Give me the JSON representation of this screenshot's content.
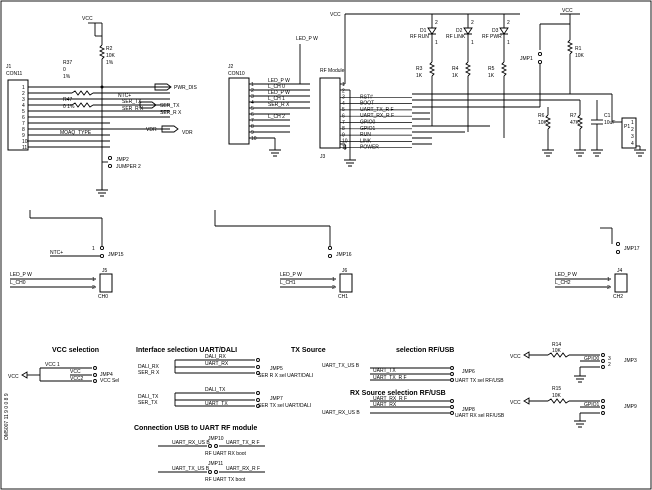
{
  "power": {
    "vcc": "VCC"
  },
  "j1": {
    "ref": "J1",
    "name": "CON11",
    "pins": [
      "1",
      "2",
      "3",
      "4",
      "5",
      "6",
      "7",
      "8",
      "9",
      "10",
      "11"
    ],
    "pin10_label": "MOAQ_TYPE",
    "r37_ref": "R37",
    "r37_val": "0",
    "r37_tol": "1%",
    "r47_ref": "R47",
    "r47_val": "0 1%",
    "r2_ref": "R2",
    "r2_val": "10K",
    "r2_tol": "1%",
    "jmp2_ref": "JMP2",
    "jmp2_name": "JUMPER 2"
  },
  "nets": {
    "ntc": "NTC+",
    "pwr_dis": "PWR_DIS",
    "ser_tx": "SER_TX",
    "ser_rx": "SER_R X",
    "vdr": "VDR",
    "led_pw": "LED_P W",
    "l_ch0": "L_CH 0",
    "l_ch1": "L_CH 1",
    "l_ch2": "L_CH 2",
    "ser_rx_j2": "SER_R X",
    "dali_rx": "DALI_RX",
    "dali_tx": "DALI_TX",
    "uart_rx_usb": "UART_RX_US B",
    "uart_tx_usb": "UART_TX_US B",
    "uart_tx_rf": "UART_TX_R F",
    "uart_rx_rf": "UART_RX_R F",
    "gpio0": "GPIO0",
    "gpio1": "GPIO1"
  },
  "j2": {
    "ref": "J2",
    "name": "CON10",
    "pins": [
      "1",
      "2",
      "3",
      "4",
      "5",
      "6",
      "7",
      "8",
      "9",
      "10"
    ],
    "led_pw": "LED_P W"
  },
  "j3": {
    "ref": "J3",
    "title": "RF Module",
    "pins": [
      "1",
      "2",
      "3",
      "4",
      "5",
      "6",
      "7",
      "8",
      "9",
      "10",
      "11"
    ],
    "signals": [
      "",
      "RST#",
      "BOOT",
      "UART_TX_R F",
      "UART_RX_R F",
      "GPIO0",
      "GPIO1",
      "RUN",
      "LINK",
      "POWER"
    ]
  },
  "leds": [
    {
      "ref": "D1",
      "name": "RF RUN",
      "r_ref": "R3",
      "r_val": "1K",
      "pin1": "1",
      "pin2": "2"
    },
    {
      "ref": "D2",
      "name": "RF LINK",
      "r_ref": "R4",
      "r_val": "1K",
      "pin1": "1",
      "pin2": "2"
    },
    {
      "ref": "D3",
      "name": "RF PWR",
      "r_ref": "R5",
      "r_val": "1K",
      "pin1": "1",
      "pin2": "2"
    }
  ],
  "right": {
    "jmp1": "JMP1",
    "r1_ref": "R1",
    "r1_val": "10K",
    "r6_ref": "R6",
    "r6_val": "10K",
    "r7_ref": "R7",
    "r7_val": "47K",
    "c1_ref": "C1",
    "c1_val": "10uF",
    "p1_ref": "P1",
    "p1_pins": [
      "1",
      "2",
      "3",
      "4"
    ]
  },
  "mid_jumpers": [
    {
      "ref": "JMP15",
      "net": "NTC+"
    },
    {
      "ref": "JMP16",
      "net": ""
    },
    {
      "ref": "JMP17",
      "net": ""
    }
  ],
  "ch_connectors": [
    {
      "ref": "J5",
      "name": "CH0",
      "l1": "LED_P W",
      "l2": "L_CH0",
      "pin1": "1",
      "pin2": "2"
    },
    {
      "ref": "J6",
      "name": "CH1",
      "l1": "LED_P W",
      "l2": "L_CH1",
      "pin1": "1",
      "pin2": "2"
    },
    {
      "ref": "J4",
      "name": "CH2",
      "l1": "LED_P W",
      "l2": "L_CH2",
      "pin1": "1",
      "pin2": "2"
    }
  ],
  "sections": {
    "vcc": {
      "title": "VCC selection",
      "vcc1": "VCC 1",
      "vcc": "VCC",
      "vcc2": "VCC2",
      "jmp": "JMP4",
      "jmp_name": "VCC Sel",
      "net": "VCC"
    },
    "iface": {
      "title": "Interface selection UART/DALI",
      "jmp5": "JMP5",
      "jmp5_name": "SER R X sel UART/DALI",
      "jmp7": "JMP7",
      "jmp7_name": "SER TX sel UART/DALI",
      "rx_a": "DALI_RX",
      "rx_b": "UART_RX",
      "rx_c": "SER_R X",
      "tx_a": "DALI_TX",
      "tx_b": "UART_TX",
      "tx_c": "SER_TX"
    },
    "tx": {
      "title": "TX Source"
    },
    "rfusb": {
      "title": "selection RF/USB",
      "jmp": "JMP6",
      "jmp_name": "UART TX sel RF/USB",
      "a": "UART_TX_US B",
      "b": "UART_TX",
      "c": "UART_TX_R F"
    },
    "rx": {
      "title": "RX Source selection RF/USB",
      "jmp": "JMP8",
      "jmp_name": "UART RX sel RF/USB",
      "a": "UART_RX_R F",
      "b": "UART_RX",
      "c": "UART_RX_US B"
    },
    "conn": {
      "title": "Connection USB to UART RF module",
      "jmp10": "JMP10",
      "jmp10_name": "RF UART RX boot",
      "jmp11": "JMP11",
      "jmp11_name": "RF UART TX boot",
      "rx_usb": "UART_RX_US B",
      "tx_rf": "UART_TX_R F",
      "tx_usb": "UART_TX_US B",
      "rx_rf": "UART_RX_R F"
    },
    "gpio": {
      "r14": "R14",
      "r14_val": "10K",
      "r15": "R15",
      "r15_val": "10K",
      "jmp3": "JMP3",
      "jmp9": "JMP9",
      "g0": "GPIO0",
      "g1": "GPIO1",
      "vcc": "VCC"
    }
  },
  "pin_nums": {
    "p1": "1",
    "p2": "2",
    "p3": "3"
  },
  "side_text": "OM5007 11 9 0 0 8 9"
}
